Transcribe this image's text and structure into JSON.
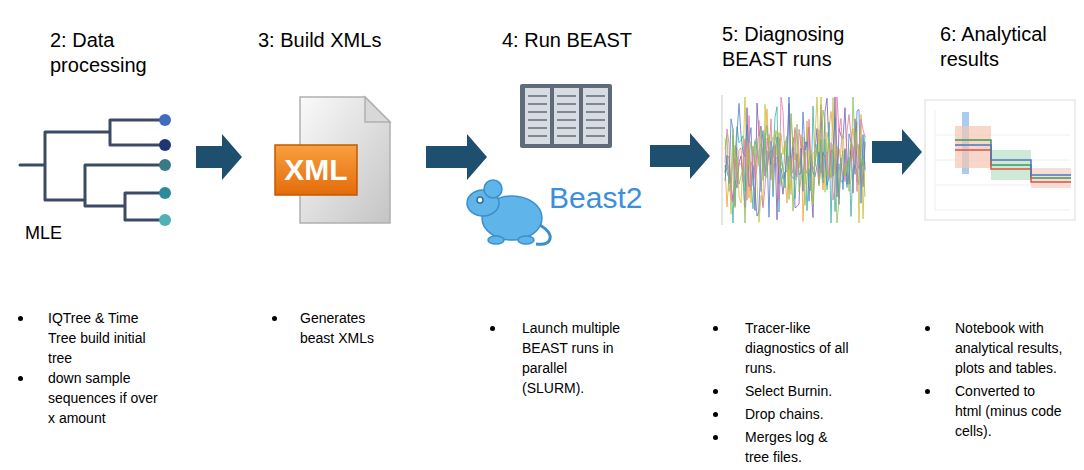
{
  "diagram": {
    "nodes": [
      {
        "text": [
          "2: Data processing",
          "MLE",
          "IQTree & Time Tree build initial tree",
          "down sample sequences if over x amount"
        ]
      },
      {
        "text": [
          "3: Build XMLs",
          "XML",
          "Generates beast XMLs"
        ]
      },
      {
        "text": [
          "4: Run BEAST",
          "Beast2",
          "Launch multiple BEAST runs in parallel (SLURM)."
        ]
      },
      {
        "text": [
          "5: Diagnosing BEAST runs",
          "Tracer-like diagnostics of all runs.",
          "Select Burnin.",
          "Drop chains.",
          "Merges log & tree files."
        ]
      },
      {
        "text": [
          "6: Analytical results",
          "Notebook with analytical results, plots and tables.",
          "Converted to html (minus code cells)."
        ]
      }
    ],
    "edges": [
      {
        "from": 0,
        "to": 1,
        "arrow": "to"
      },
      {
        "from": 1,
        "to": 2,
        "arrow": "to"
      },
      {
        "from": 2,
        "to": 3,
        "arrow": "to"
      },
      {
        "from": 3,
        "to": 4,
        "arrow": "to"
      }
    ]
  }
}
